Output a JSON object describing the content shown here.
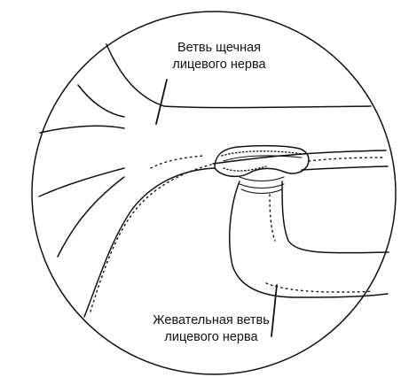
{
  "labels": {
    "buccal_branch": {
      "line1": "Ветвь щечная",
      "line2": "лицевого нерва"
    },
    "masseteric_branch": {
      "line1": "Жевательная ветвь",
      "line2": "лицевого нерва"
    }
  }
}
